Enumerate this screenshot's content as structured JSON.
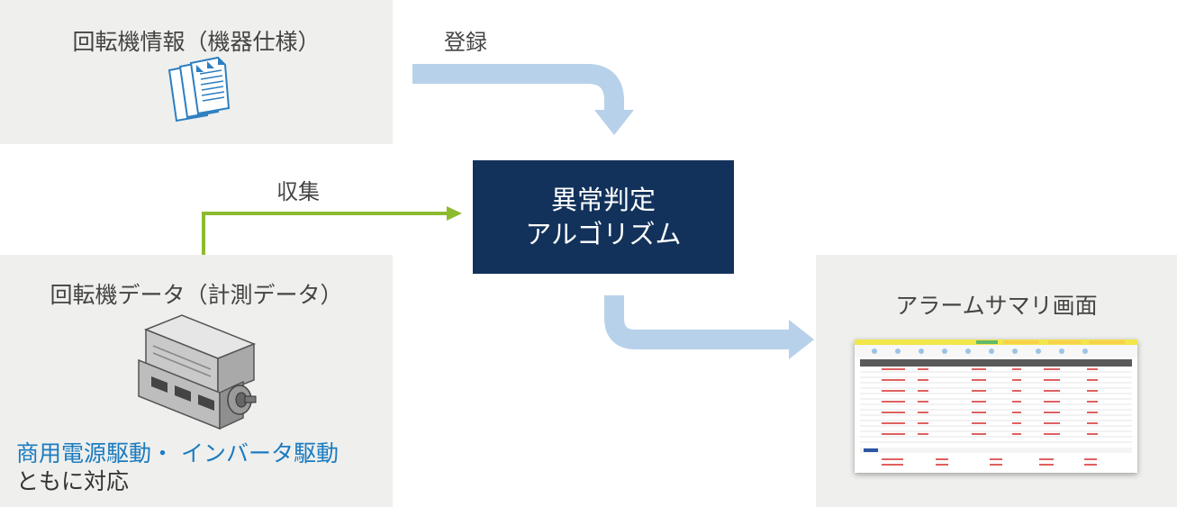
{
  "spec_panel": {
    "title": "回転機情報（機器仕様）",
    "icon": "documents-icon"
  },
  "data_panel": {
    "title": "回転機データ（計測データ）",
    "icon": "motor-icon",
    "drive_note": "商用電源駆動・ インバータ駆動",
    "drive_note_suffix": "ともに対応"
  },
  "algorithm": {
    "line1": "異常判定",
    "line2": "アルゴリズム"
  },
  "arrows": {
    "register_label": "登録",
    "collect_label": "収集"
  },
  "alarm_panel": {
    "title": "アラームサマリ画面",
    "thumbnail": "alarm-summary-screenshot"
  },
  "colors": {
    "panel_bg": "#efefed",
    "algorithm_bg": "#12325b",
    "blue_arrow": "#b7d1ea",
    "green_arrow": "#8dbb2f",
    "drive_note_blue": "#1b7cc0"
  }
}
